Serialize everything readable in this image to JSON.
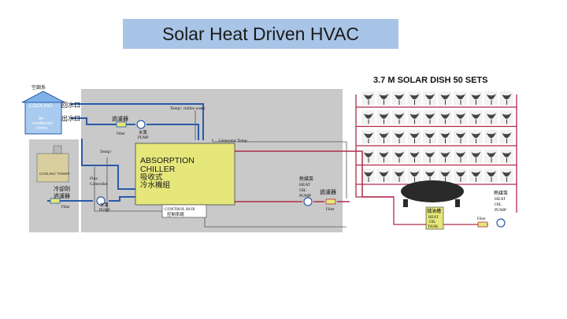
{
  "slide": {
    "title": "Solar Heat Driven HVAC"
  },
  "diagram": {
    "solar_label": "3.7 M SOLAR DISH 50 SETS",
    "aircon": {
      "top_label": "空調系",
      "cooling": "COOLING",
      "room_label_1": "Air-",
      "room_label_2": "conditioned",
      "room_label_3": "rooms"
    },
    "return_water": "回水口",
    "supply_water": "出水口",
    "temp_chilled_water": "Temp↑ chilles water",
    "filter_cn": "過濾器",
    "filter": "Filter",
    "pump_cn": "水泵",
    "pump": "PUMP",
    "generator_temp": "Generator Temp",
    "temp": "Temp↑",
    "chiller": {
      "line1": "ABSORPTION",
      "line2": "CHILLER",
      "line3": "吸收式",
      "line4": "冷水機組"
    },
    "cooling_tower": {
      "label1": "COOLING",
      "label2": "TOWER"
    },
    "cooling_filter_cn_1": "冷卻劑",
    "cooling_filter_cn_2": "過濾器",
    "flux_1": "Flux",
    "flux_2": "Controller",
    "control_box": "CONTROL BOX",
    "control_box_cn": "控制系統",
    "heat_oil_pump_cn": "熱媒泵",
    "heat": "HEAT",
    "oil": "OIL",
    "tank_cn": "儲油槽",
    "tank": "TANK",
    "colors": {
      "title_bg": "#a8c4e6",
      "panel_gray": "#c8c8c8",
      "chiller_yellow": "#e6e87a",
      "pipe_blue": "#2a5aa8",
      "pipe_red": "#b02a4a",
      "frame_black": "#1a1a1a"
    }
  }
}
